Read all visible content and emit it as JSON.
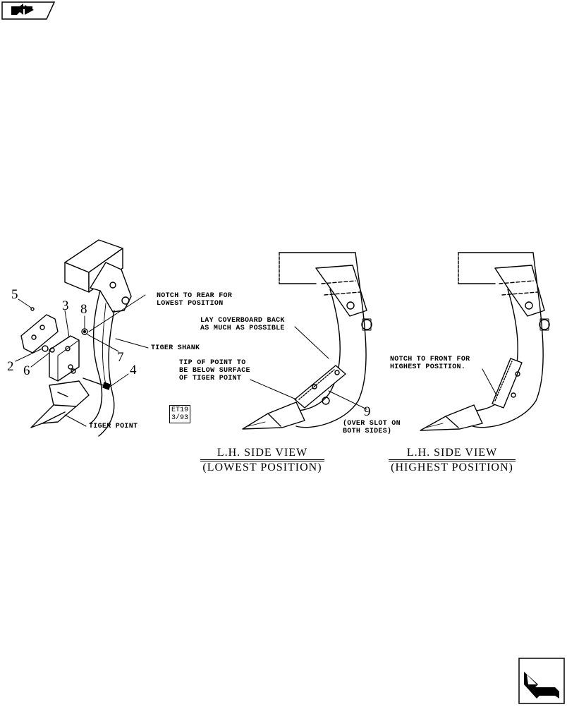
{
  "callouts": {
    "n5": "5",
    "n3": "3",
    "n8": "8",
    "n2": "2",
    "n6": "6",
    "n7": "7",
    "n4": "4",
    "n9": "9"
  },
  "labels": {
    "notch_rear": "NOTCH TO REAR FOR\nLOWEST POSITION",
    "tiger_shank": "TIGER SHANK",
    "tiger_point": "TIGER POINT",
    "lay_coverboard": "LAY COVERBOARD BACK\nAS MUCH AS POSSIBLE",
    "tip_of_point": "TIP OF POINT TO\nBE BELOW SURFACE\nOF TIGER POINT",
    "over_slot": "(OVER SLOT ON\nBOTH SIDES)",
    "notch_front": "NOTCH TO FRONT FOR\nHIGHEST POSITION."
  },
  "stamp": {
    "line1": "ET19",
    "line2": "3/93"
  },
  "views": {
    "lowest": {
      "title": "L.H. SIDE VIEW",
      "subtitle": "(LOWEST POSITION)"
    },
    "highest": {
      "title": "L.H. SIDE VIEW",
      "subtitle": "(HIGHEST POSITION)"
    }
  },
  "icons": {
    "top_left": "book-arrow-icon",
    "bottom_right": "next-page-arrow-icon"
  }
}
